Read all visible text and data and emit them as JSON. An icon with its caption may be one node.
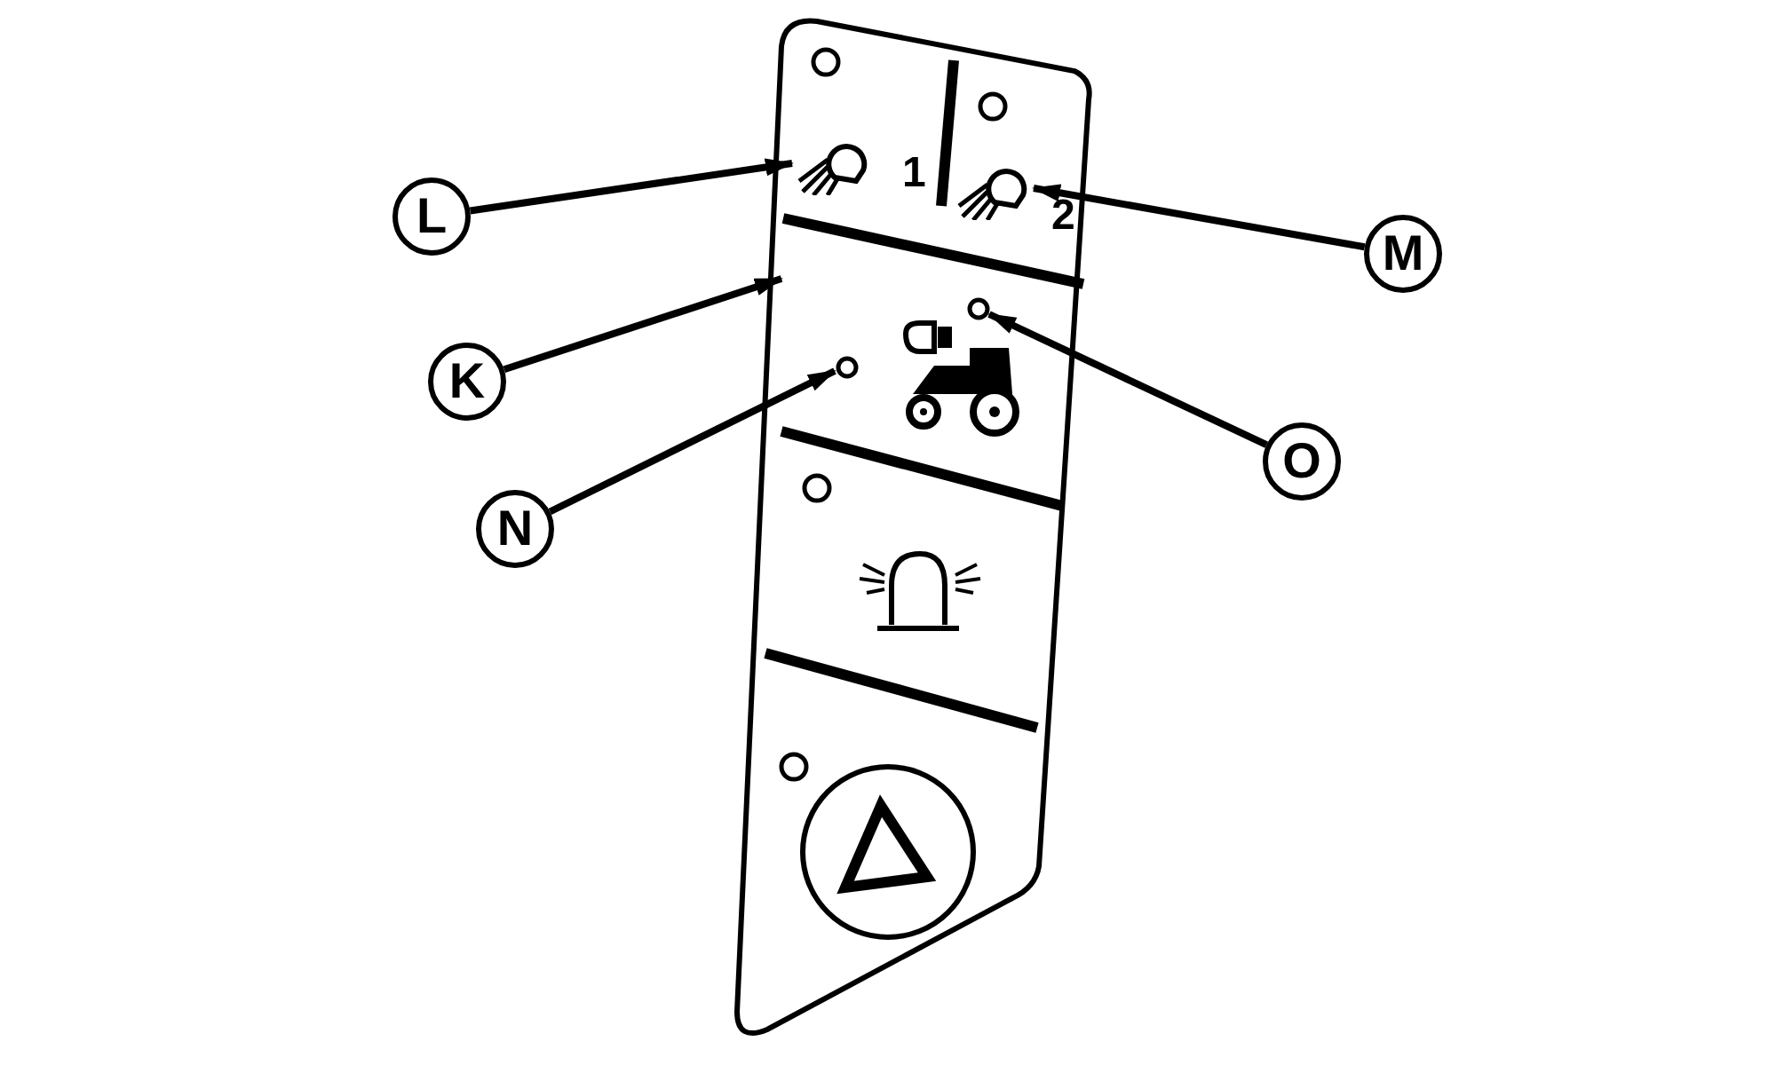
{
  "diagram": {
    "nodes": [
      {
        "text": [
          "L"
        ]
      },
      {
        "text": [
          "M"
        ]
      },
      {
        "text": [
          "K"
        ]
      },
      {
        "text": [
          "N"
        ]
      },
      {
        "text": [
          "O"
        ]
      },
      {
        "text": [],
        "shape": "picture"
      },
      {
        "text": [],
        "shape": "picture"
      },
      {
        "text": [],
        "shape": "box"
      },
      {
        "text": [],
        "shape": "circle",
        "in": 7
      },
      {
        "text": [],
        "shape": "circle",
        "in": 7
      }
    ],
    "edges": [
      {
        "from": 0,
        "to": 5,
        "arrow": "to"
      },
      {
        "from": 1,
        "to": 6,
        "arrow": "to"
      },
      {
        "from": 2,
        "to": 7,
        "arrow": "to"
      },
      {
        "from": 3,
        "to": 8,
        "arrow": "to"
      },
      {
        "from": 4,
        "to": 9,
        "arrow": "to"
      }
    ],
    "labels": [
      "1",
      "2"
    ]
  }
}
